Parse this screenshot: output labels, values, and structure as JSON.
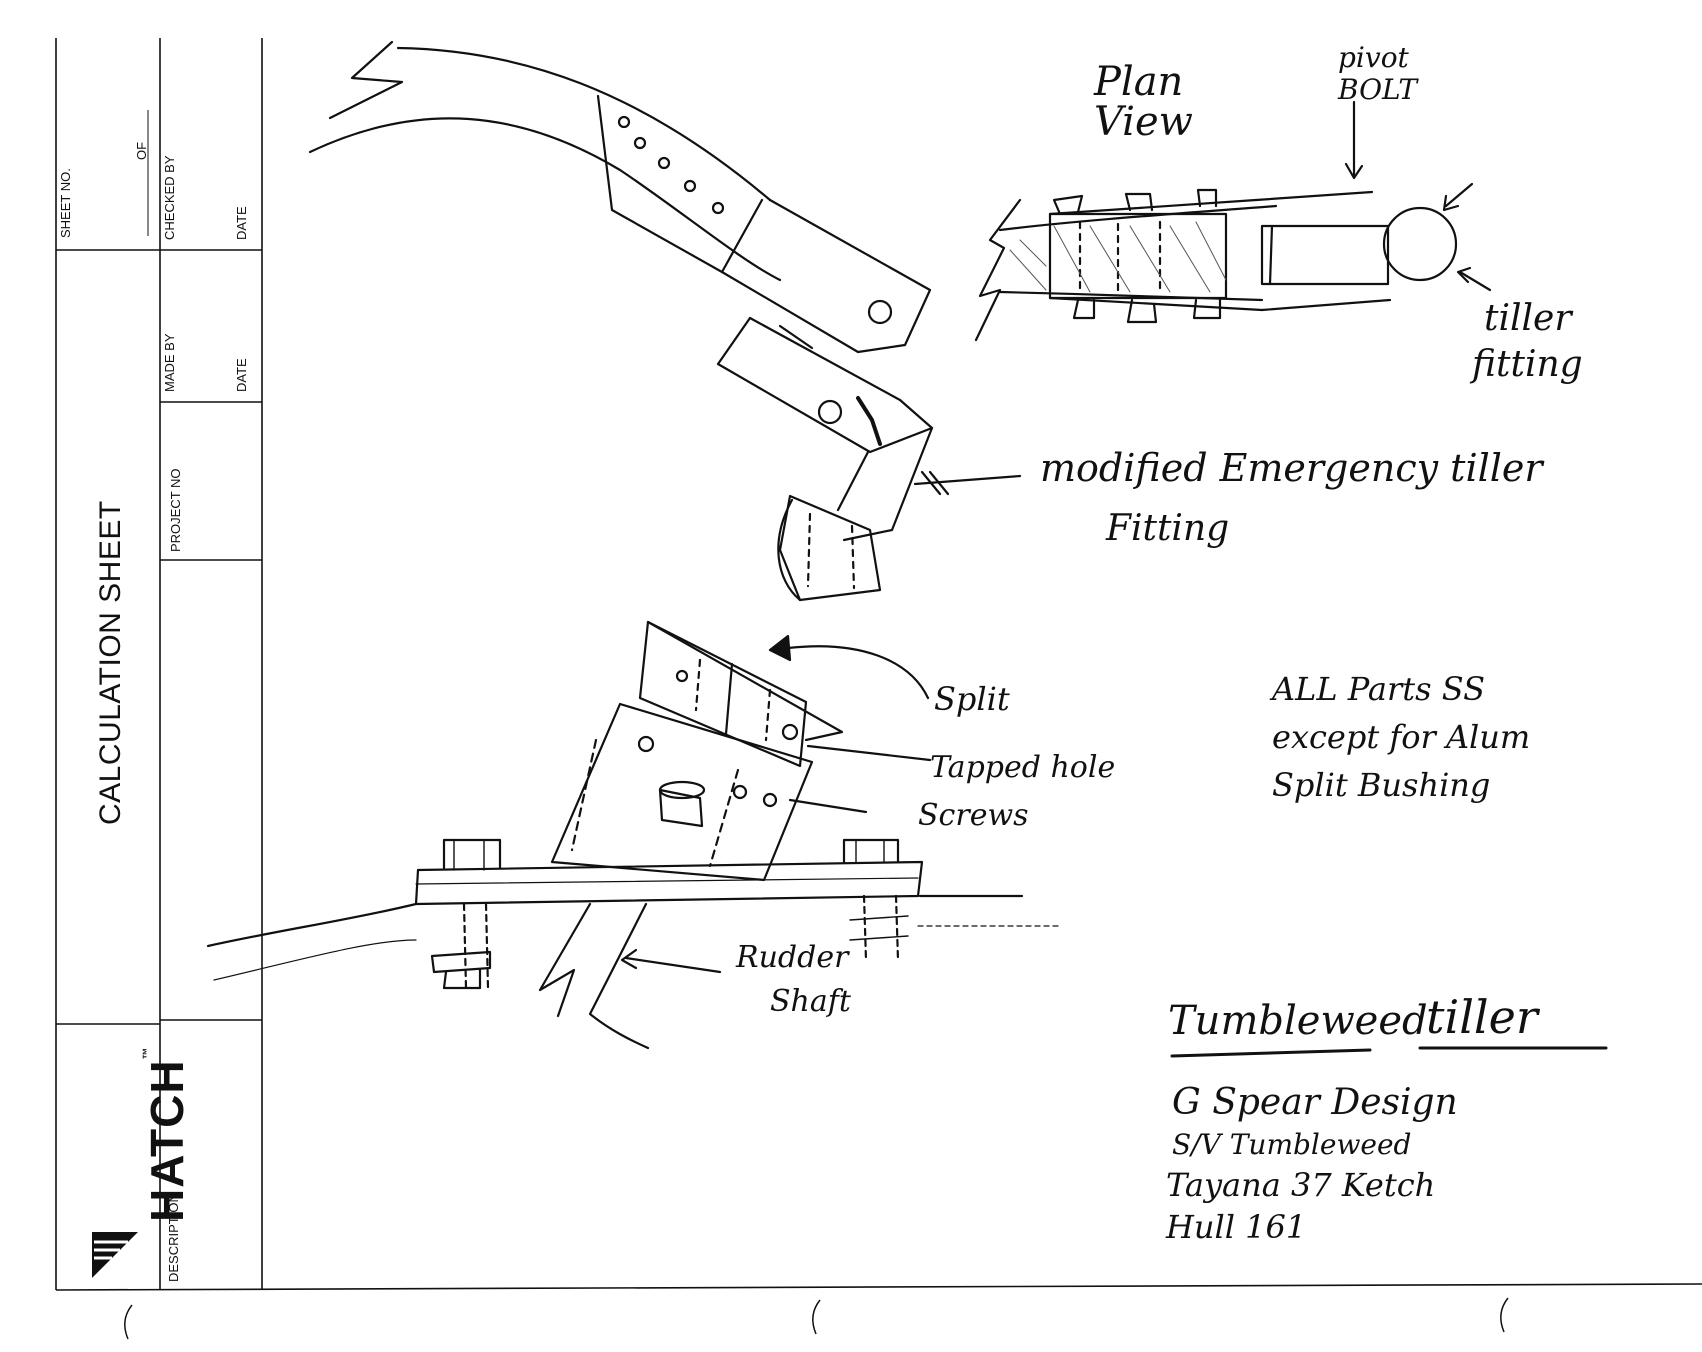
{
  "title_block": {
    "sheet_no_label": "SHEET NO.",
    "of_label": "OF",
    "checked_by_label": "CHECKED BY",
    "date_label_1": "DATE",
    "made_by_label": "MADE BY",
    "date_label_2": "DATE",
    "project_no_label": "PROJECT NO",
    "sheet_title": "CALCULATION SHEET",
    "logo_text": "HATCH",
    "trademark": "™",
    "description_label": "DESCRIPTION"
  },
  "annotations": {
    "plan_view": "Plan View",
    "pivot_bolt": "pivot BOLT",
    "tiller_fitting_1": "tiller",
    "tiller_fitting_2": "fitting",
    "modified_1": "modified Emergency tiller",
    "modified_2": "Fitting",
    "split": "Split",
    "tapped_hole": "Tapped hole",
    "screws": "Screws",
    "rudder_1": "Rudder",
    "rudder_2": "Shaft",
    "all_parts_1": "ALL Parts SS",
    "all_parts_2": "except for Alum",
    "all_parts_3": "Split Bushing",
    "title_1": "Tumbleweed",
    "title_2": "tiller",
    "credit_1": "G Spear Design",
    "credit_2": "S/V Tumbleweed",
    "credit_3": "Tayana 37 Ketch",
    "credit_4": "Hull 161"
  }
}
